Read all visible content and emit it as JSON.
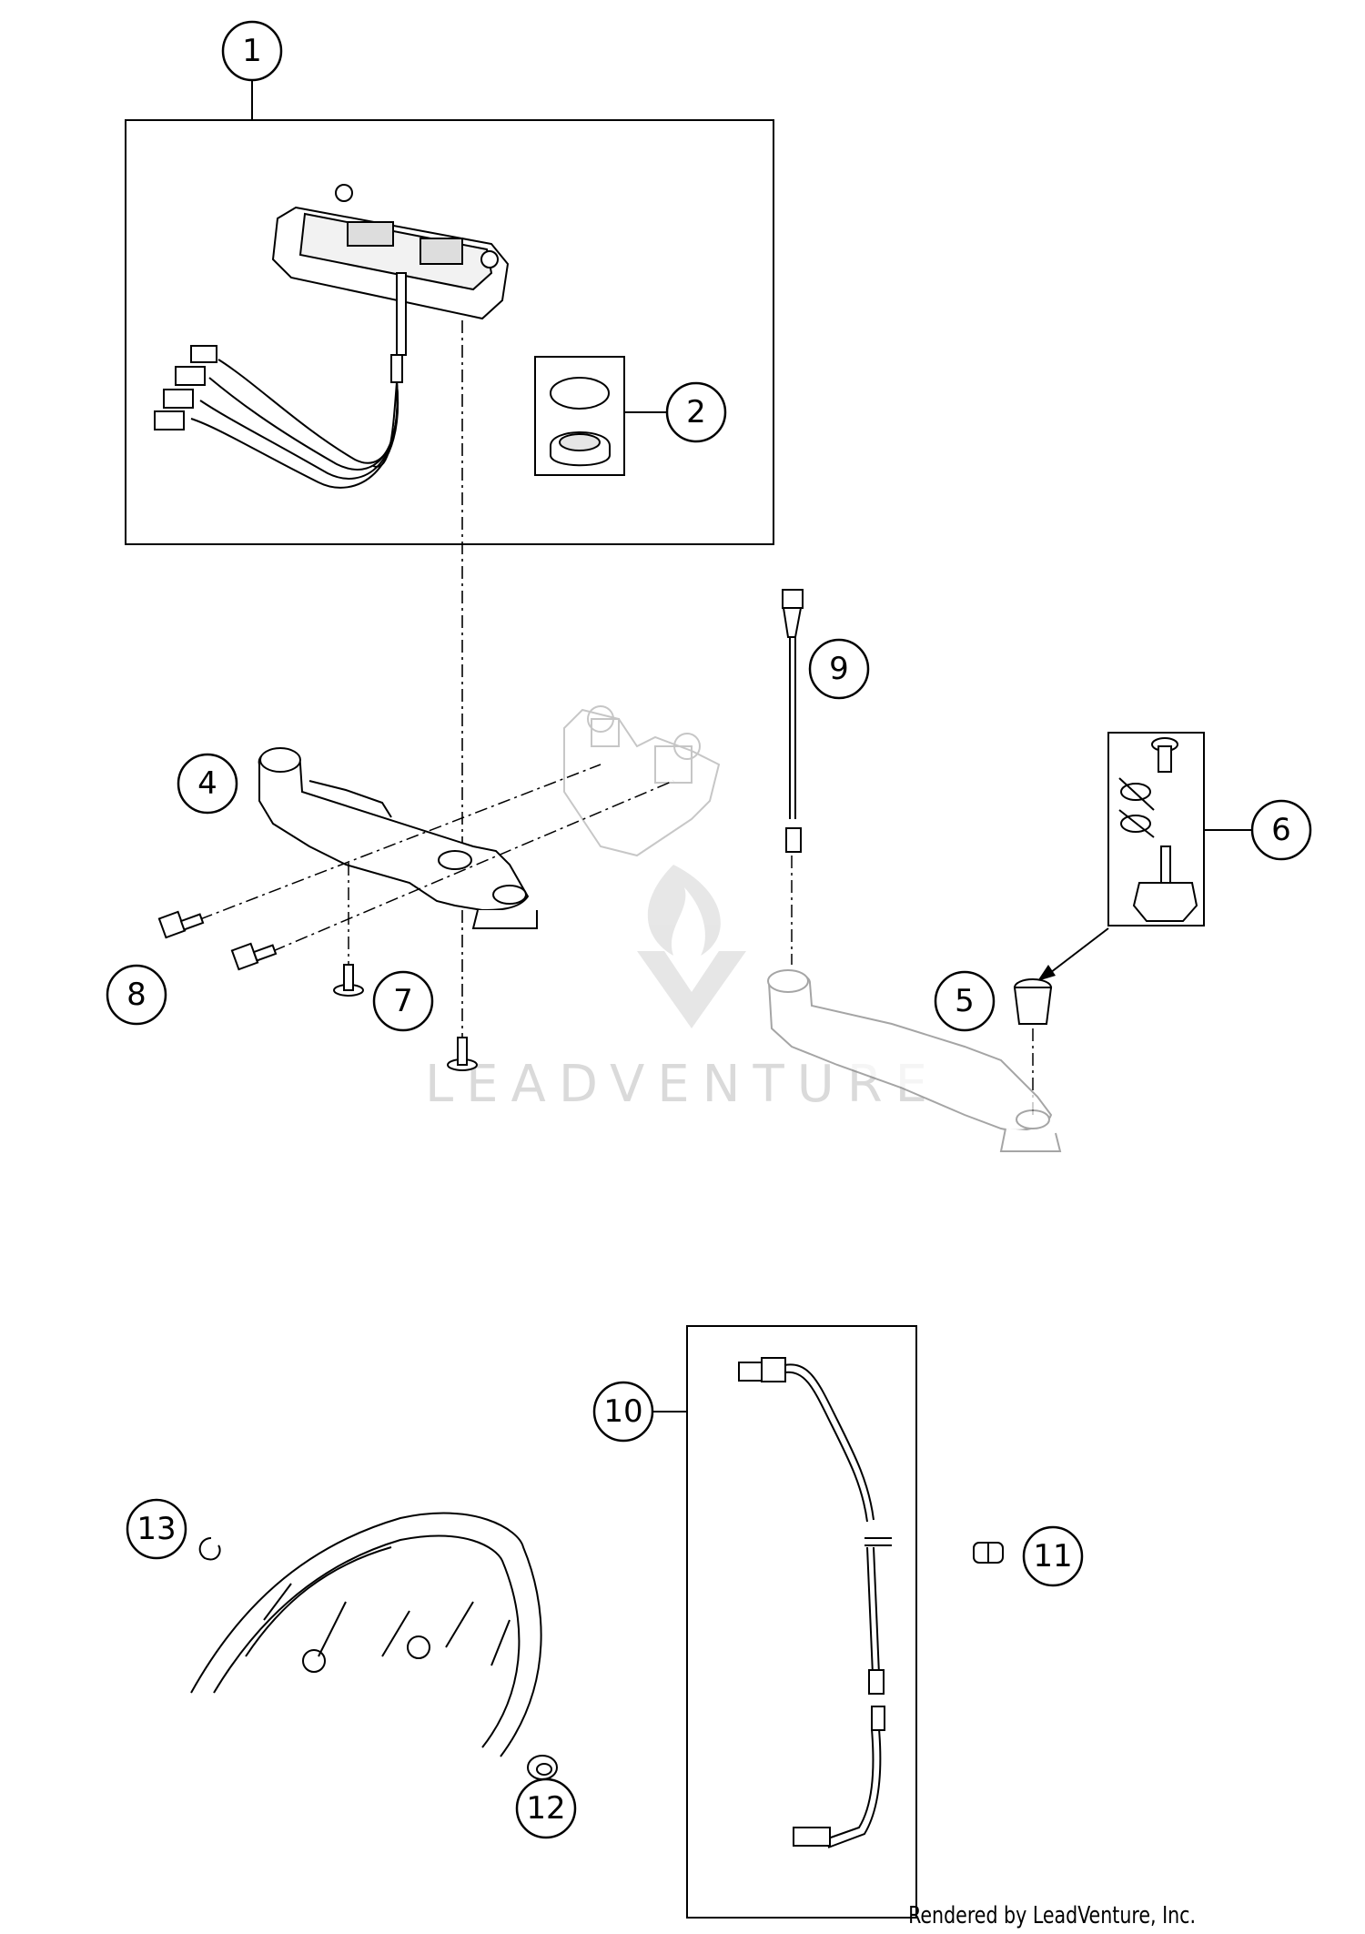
{
  "callouts": [
    {
      "id": "1",
      "label": "1"
    },
    {
      "id": "2",
      "label": "2"
    },
    {
      "id": "4",
      "label": "4"
    },
    {
      "id": "5",
      "label": "5"
    },
    {
      "id": "6",
      "label": "6"
    },
    {
      "id": "7",
      "label": "7"
    },
    {
      "id": "8",
      "label": "8"
    },
    {
      "id": "9",
      "label": "9"
    },
    {
      "id": "10",
      "label": "10"
    },
    {
      "id": "11",
      "label": "11"
    },
    {
      "id": "12",
      "label": "12"
    },
    {
      "id": "13",
      "label": "13"
    }
  ],
  "watermark": {
    "text": "LEADVENTURE"
  },
  "credit": {
    "text": "Rendered by LeadVenture, Inc."
  }
}
